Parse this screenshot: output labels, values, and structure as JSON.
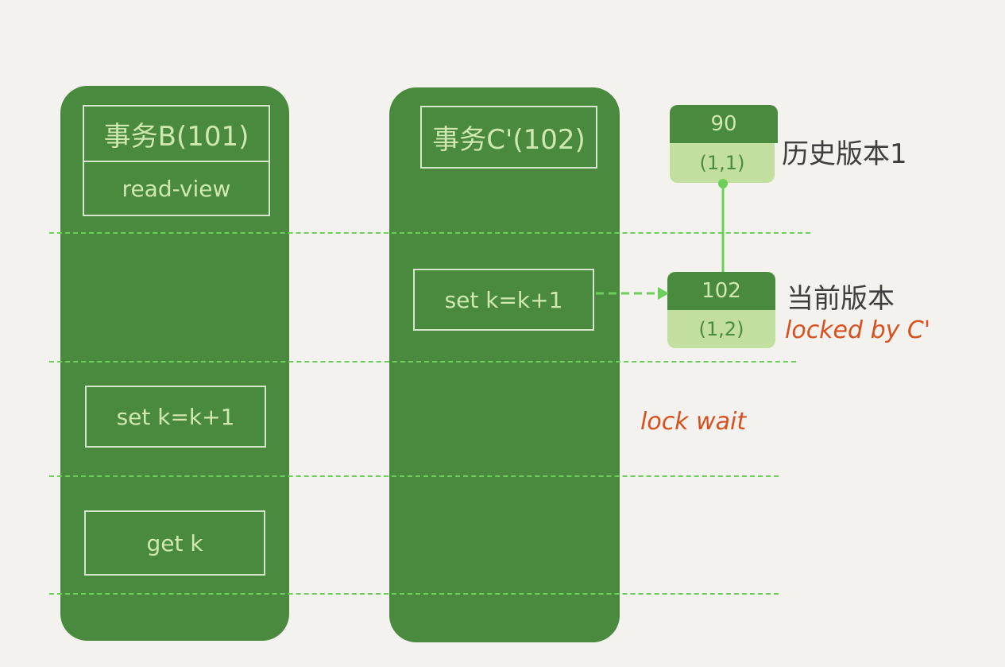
{
  "txn_b": {
    "title": "事务B(101)",
    "read_view": "read-view",
    "step_set": "set k=k+1",
    "step_get": "get k"
  },
  "txn_c": {
    "title": "事务C'(102)",
    "step_set": "set k=k+1"
  },
  "versions": {
    "history": {
      "trx_id": "90",
      "row": "(1,1)",
      "label": "历史版本1"
    },
    "current": {
      "trx_id": "102",
      "row": "(1,2)",
      "label": "当前版本",
      "lock_note": "locked by C'"
    }
  },
  "lock_wait": "lock wait",
  "colors": {
    "column": "#4a8a3f",
    "dash": "#6ccf5a",
    "accent_red": "#d9501e",
    "version_row": "#c2dfa0"
  }
}
